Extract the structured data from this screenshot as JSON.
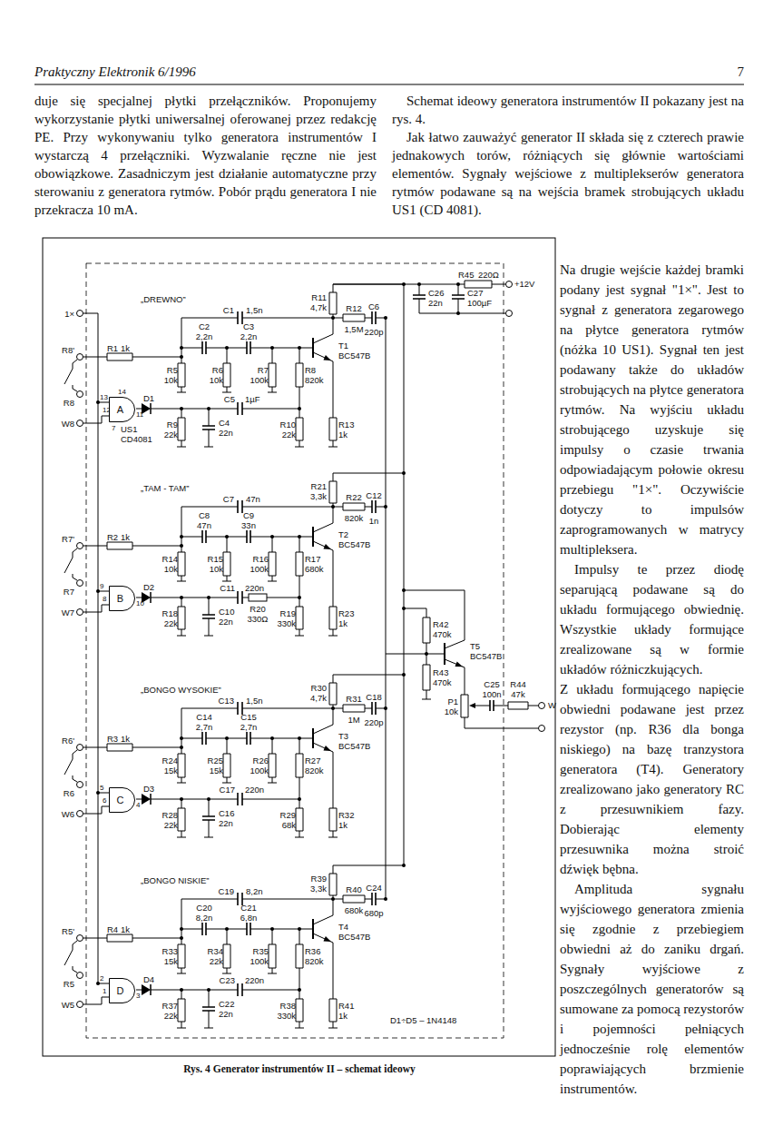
{
  "diagram": {
    "caption": "Rys. 4 Generator instrumentów II – schemat ideowy",
    "nodes": [
      {
        "text": [
          "A"
        ]
      },
      {
        "text": [
          "B"
        ]
      },
      {
        "text": [
          "C"
        ]
      },
      {
        "text": [
          "D"
        ]
      }
    ],
    "labels": [
      "Praktyczny Elektronik 6/1996",
      "7",
      "duje się specjalnej płytki przełączników. Proponujemy wykorzystanie płytki uniwersalnej oferowanej przez redakcję PE. Przy wykonywaniu tylko generatora instrumentów I wystarczą 4 przełączniki. Wyzwalanie ręczne nie jest obowiązkowe. Zasadniczym jest działanie automatyczne przy sterowaniu z generatora rytmów. Pobór prądu generatora I nie przekracza 10 mA.",
      "Schemat ideowy generatora instrumentów II pokazany jest na rys. 4.",
      "Jak łatwo zauważyć generator II składa się z czterech prawie jednakowych torów, różniących się głównie wartościami elementów. Sygnały wejściowe z multiplekserów generatora rytmów podawane są na wejścia bramek strobujących układu US1 (CD 4081).",
      "Na drugie wejście każdej bramki podany jest sygnał \"1×\". Jest to sygnał z generatora zegarowego na płytce generatora rytmów (nóżka 10 US1). Sygnał ten jest podawany także do układów strobujących na płytce generatora rytmów. Na wyjściu układu strobującego uzyskuje się impulsy o czasie trwania odpowiadającym połowie okresu przebiegu \"1×\". Oczywiście dotyczy to impulsów zaprogramowanych w matrycy multipleksera.",
      "Impulsy te przez diodę separującą podawane są do układu formującego obwiednię. Wszystkie układy formujące zrealizowane są w formie układów różniczkujących.",
      "Z układu formującego napięcie obwiedni podawane jest przez rezystor (np. R36 dla bonga niskiego) na bazę tranzystora generatora (T4). Generatory zrealizowano jako generatory RC z przesuwnikiem fazy. Dobierając elementy przesuwnika można stroić dźwięk bębna.",
      "Amplituda sygnału wyjściowego generatora zmienia się zgodnie z przebiegiem obwiedni aż do zaniku drgań. Sygnały wyjściowe z poszczególnych generatorów są sumowane za pomocą rezystorów i pojemności pełniących jednocześnie rolę elementów poprawiających brzmienie instrumentów.",
      "1×",
      "„DREWNO”",
      "R8'",
      "R8",
      "W8",
      "R1",
      "1k",
      "R11",
      "4,7k",
      "C1",
      "1,5n",
      "C2",
      "2,2n",
      "C3",
      "2,2n",
      "R5",
      "10k",
      "R6",
      "10k",
      "R7",
      "100k",
      "R8",
      "820k",
      "R12",
      "1,5M",
      "C6",
      "220p",
      "T1",
      "BC547B",
      "13",
      "12",
      "11",
      "D1",
      "C5",
      "1µF",
      "R9",
      "22k",
      "C4",
      "22n",
      "R10",
      "22k",
      "R13",
      "1k",
      "„TAM - TAM”",
      "R7'",
      "R7",
      "W7",
      "R2",
      "1k",
      "R21",
      "3,3k",
      "C7",
      "47n",
      "C8",
      "47n",
      "C9",
      "33n",
      "R14",
      "10k",
      "R15",
      "10k",
      "R16",
      "100k",
      "R17",
      "680k",
      "R22",
      "820k",
      "C12",
      "1n",
      "T2",
      "BC547B",
      "9",
      "8",
      "10",
      "D2",
      "C11",
      "220n",
      "R18",
      "22k",
      "C10",
      "22n",
      "R19",
      "330k",
      "R23",
      "1k",
      "„BONGO WYSOKIE”",
      "R6'",
      "R6",
      "W6",
      "R3",
      "1k",
      "R30",
      "4,7k",
      "C13",
      "1,5n",
      "C14",
      "2,7n",
      "C15",
      "2,7n",
      "R24",
      "15k",
      "R25",
      "15k",
      "R26",
      "100k",
      "R27",
      "820k",
      "R31",
      "1M",
      "C18",
      "220p",
      "T3",
      "BC547B",
      "5",
      "6",
      "4",
      "D3",
      "C17",
      "220n",
      "R28",
      "22k",
      "C16",
      "22n",
      "R29",
      "68k",
      "R32",
      "1k",
      "„BONGO NISKIE”",
      "R5'",
      "R5",
      "W5",
      "R4",
      "1k",
      "R39",
      "3,3k",
      "C19",
      "8,2n",
      "C20",
      "8,2n",
      "C21",
      "6,8n",
      "R33",
      "15k",
      "R34",
      "22k",
      "R35",
      "100k",
      "R36",
      "820k",
      "R40",
      "680k",
      "C24",
      "680p",
      "T4",
      "BC547B",
      "2",
      "1",
      "3",
      "D4",
      "C23",
      "220n",
      "R37",
      "22k",
      "C22",
      "22n",
      "R38",
      "330k",
      "R41",
      "1k",
      "14",
      "7",
      "US1",
      "CD4081",
      "R20",
      "330Ω",
      "R45",
      "220Ω",
      "+12V",
      "C26",
      "22n",
      "C27",
      "100µF",
      "R42",
      "470k",
      "R43",
      "470k",
      "T5",
      "BC547B",
      "C25",
      "100n",
      "R44",
      "47k",
      "P1",
      "10k",
      "W",
      "D1÷D5 – 1N4148"
    ]
  }
}
